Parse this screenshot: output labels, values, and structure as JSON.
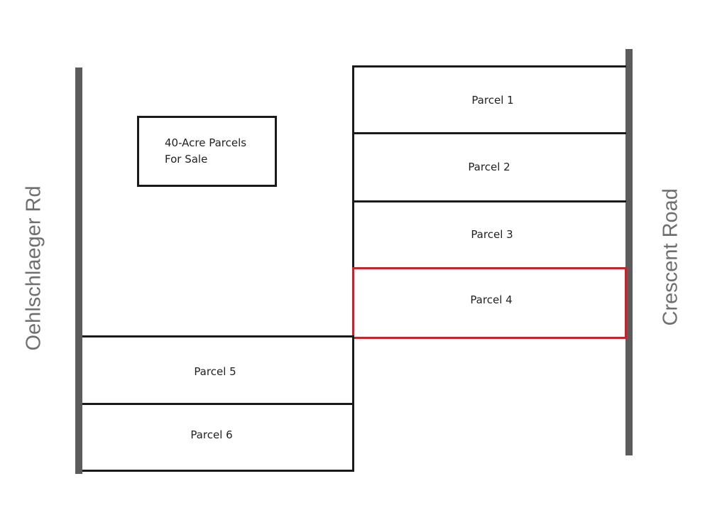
{
  "roads": {
    "left_name": "Oehlschlaeger Rd",
    "right_name": "Crescent Road"
  },
  "sign": {
    "line1": "40-Acre Parcels",
    "line2": "For Sale"
  },
  "parcels": [
    {
      "label": "Parcel 1"
    },
    {
      "label": "Parcel 2"
    },
    {
      "label": "Parcel 3"
    },
    {
      "label": "Parcel 4",
      "highlight_color": "#c0262d"
    },
    {
      "label": "Parcel 5"
    },
    {
      "label": "Parcel 6"
    }
  ],
  "colors": {
    "road": "#5c5c5c",
    "boundary": "#1a1a1a",
    "highlight": "#c0262d"
  }
}
